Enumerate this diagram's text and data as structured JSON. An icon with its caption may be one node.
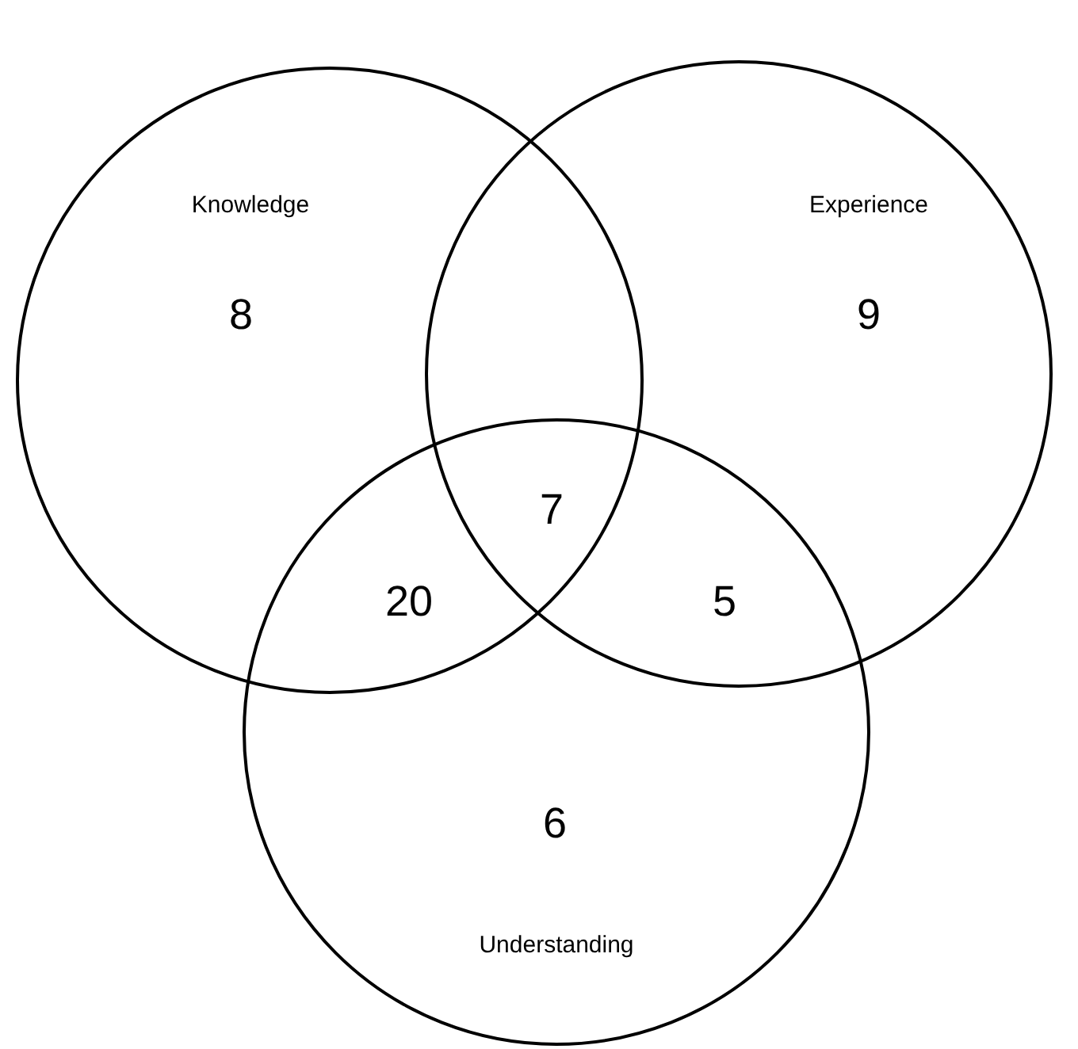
{
  "diagram": {
    "nodes": [
      {
        "text": [
          "Knowledge"
        ]
      },
      {
        "text": [
          "Experience"
        ]
      },
      {
        "text": [
          "Understanding"
        ]
      }
    ],
    "labels": [
      "8",
      "9",
      "7",
      "20",
      "5",
      "6"
    ]
  }
}
